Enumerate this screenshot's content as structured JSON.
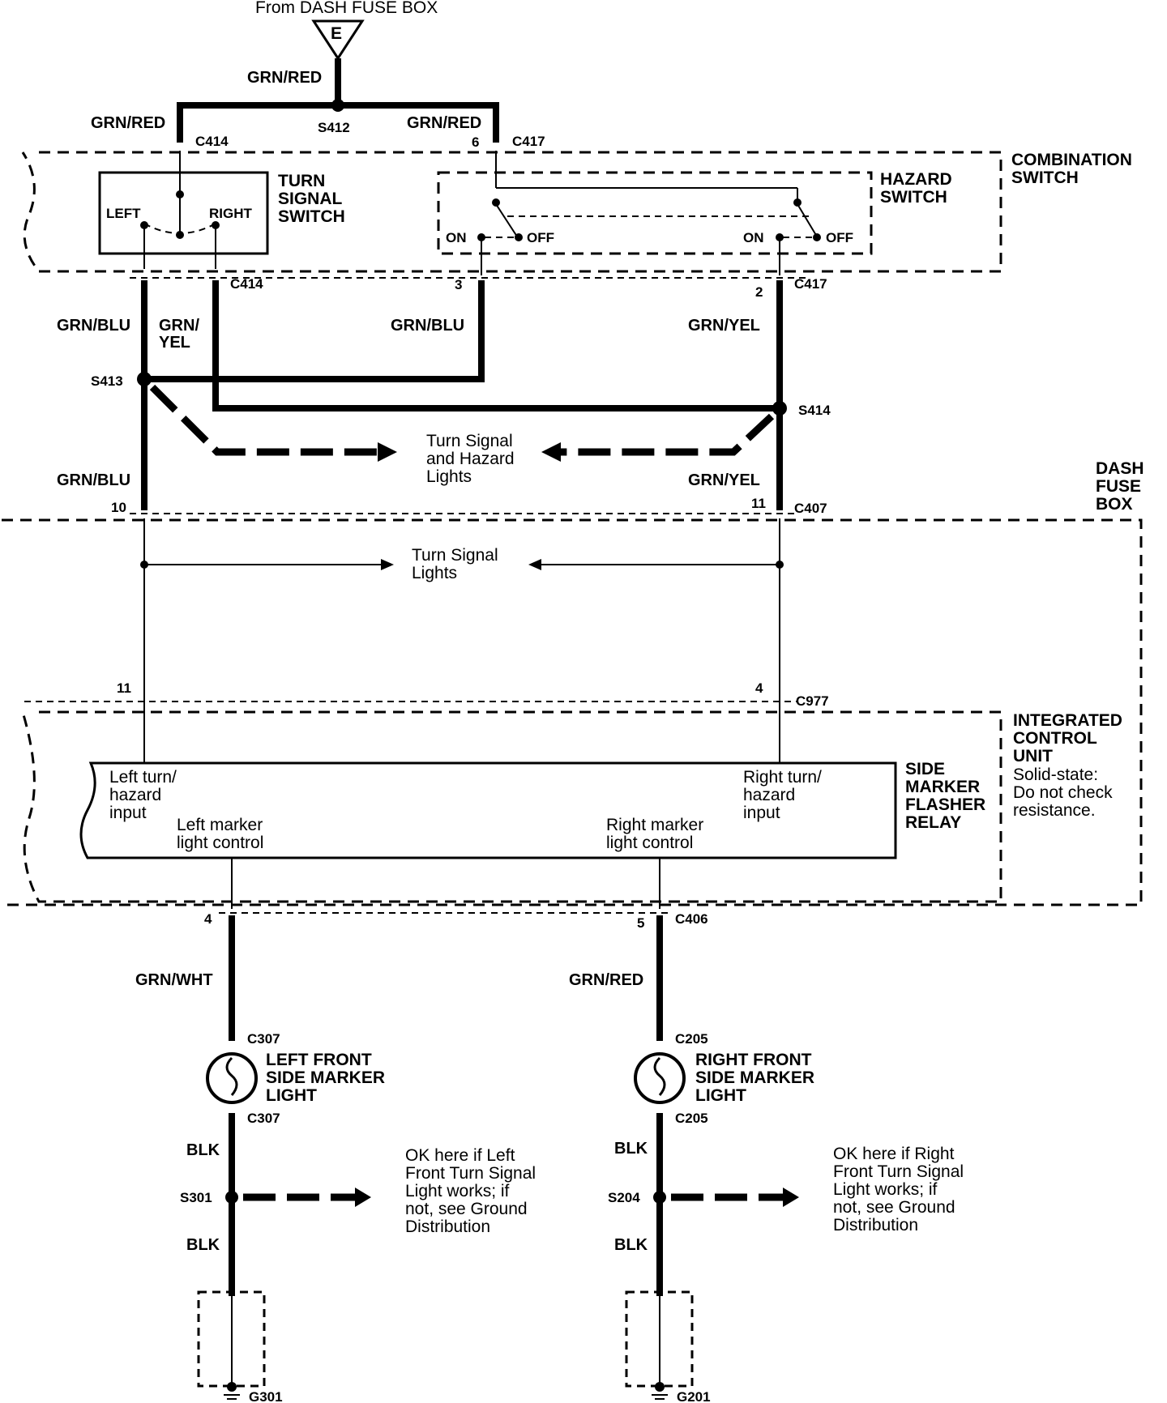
{
  "source": {
    "label": "From DASH FUSE BOX",
    "fuse": "E"
  },
  "wires": {
    "grn_red_top": "GRN/RED",
    "grn_red_left": "GRN/RED",
    "grn_red_right": "GRN/RED",
    "grn_blu_1": "GRN/BLU",
    "grn_yel_1": "GRN/\nYEL",
    "grn_blu_2": "GRN/BLU",
    "grn_yel_2": "GRN/YEL",
    "grn_blu_3": "GRN/BLU",
    "grn_yel_3": "GRN/YEL",
    "grn_wht": "GRN/WHT",
    "grn_red_bottom": "GRN/RED",
    "blk_1": "BLK",
    "blk_2": "BLK",
    "blk_3": "BLK",
    "blk_4": "BLK"
  },
  "splices": {
    "s412": "S412",
    "s413": "S413",
    "s414": "S414",
    "s301": "S301",
    "s204": "S204"
  },
  "connectors": {
    "c414_top": "C414",
    "c417_top": "C417",
    "c414_bottom": "C414",
    "c417_bottom": "C417",
    "c407": "C407",
    "c977": "C977",
    "c406": "C406",
    "c307_top": "C307",
    "c307_bottom": "C307",
    "c205_top": "C205",
    "c205_bottom": "C205"
  },
  "pins": {
    "p6": "6",
    "p3": "3",
    "p2": "2",
    "p10": "10",
    "p11a": "11",
    "p11b": "11",
    "p4a": "4",
    "p4b": "4",
    "p5": "5"
  },
  "components": {
    "combination_switch": "COMBINATION\nSWITCH",
    "turn_signal_switch": "TURN\nSIGNAL\nSWITCH",
    "left": "LEFT",
    "right": "RIGHT",
    "hazard_switch": "HAZARD\nSWITCH",
    "on1": "ON",
    "off1": "OFF",
    "on2": "ON",
    "off2": "OFF",
    "dash_fuse_box": "DASH\nFUSE\nBOX",
    "integrated_control_unit": "INTEGRATED\nCONTROL\nUNIT",
    "solid_state_note": "Solid-state:\nDo not check\nresistance.",
    "side_marker_flasher_relay": "SIDE\nMARKER\nFLASHER\nRELAY",
    "left_input": "Left turn/\nhazard\ninput",
    "right_input": "Right turn/\nhazard\ninput",
    "left_marker_control": "Left marker\nlight control",
    "right_marker_control": "Right marker\nlight control",
    "left_light": "LEFT FRONT\nSIDE MARKER\nLIGHT",
    "right_light": "RIGHT FRONT\nSIDE MARKER\nLIGHT"
  },
  "notes": {
    "turn_hazard_lights": "Turn Signal\nand Hazard\nLights",
    "turn_signal_lights": "Turn Signal\nLights",
    "ok_left": "OK here if Left\nFront Turn Signal\nLight works; if\nnot, see Ground\nDistribution",
    "ok_right": "OK here if Right\nFront Turn Signal\nLight works; if\nnot, see Ground\nDistribution"
  },
  "grounds": {
    "g301": "G301",
    "g201": "G201"
  }
}
